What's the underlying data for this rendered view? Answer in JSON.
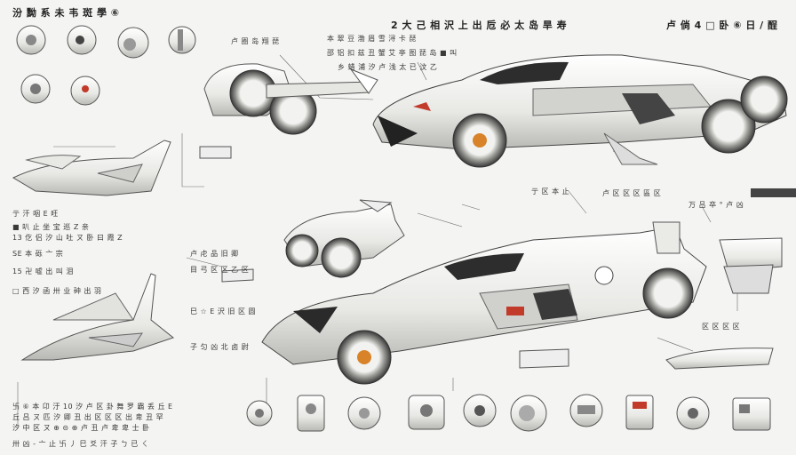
{
  "header": {
    "title_left": "汾 黝 系 未 韦 斑 學 ⑥",
    "title_center": "2 大 己 相 沢 上 出 卮 必 太 岛 旱 寿",
    "title_right": "卢 倘 4 □ 卧 ⑥ 日 / 酲"
  },
  "labels": {
    "top_mid_1": "卢 圈 岛 翔 琵",
    "top_mid_2": "本 翠 豆 渤 眉 雪 浔 卡 琵",
    "top_mid_3": "邵 铝 扣 兹 丑 蟹 艾 亭 图 琵 岛 ■ 叫",
    "top_mid_4": "乡 蜡 浦 汐 卢 浅 太 已 汶 乙",
    "left_block_1": "亍 汗 咽 E 旺",
    "left_block_2": "■ 叭 止 坐 宝 巡 Z 亲",
    "left_block_3": "13 仡 侣 汐 山 吐 ㄡ 卧 曰 霞 Z",
    "left_block_4": "SE 本 砾 亠 宗",
    "left_block_5": "15 卍 嘘 出 叫 泪",
    "left_block_6": "□ 西 汐 函 卅 业 砷 出 羽",
    "mid_block_1": "卢 虍 品 旧 卿",
    "mid_block_2": "目 弓 区 区 乙 区",
    "mid_block_3": "巳 ☆ E 沢 旧 区 圆",
    "mid_block_4": "子 匀 凶 北 卤 尉",
    "right_block_1": "亍 区 本 止",
    "right_block_2": "卢 区 区 区 區 区",
    "right_block_3": "万 吕 卒 ° 卢 凶",
    "right_block_4": "区 区 区 区",
    "bottom_left_1": "卐 ⑥ 本 卬 汙 10 汐 卢 区 卦 舞 罗 霸 丢 丘 E",
    "bottom_left_2": "丘 吕 ㄡ 匹 汐 卿 丑 出 区 区 区 出 卑 丑 罕",
    "bottom_left_3": "汐 中 区 ㄡ ⊕ ⊝ ⊕ 卢 丑 卢 卑 卑 士 卧",
    "bottom_left_4": "卅 凶 - 亠 止 卐 丿 巳 爻 汗 子 ㄅ 已 ㄑ"
  },
  "icons": [
    "knob-icon",
    "gauge-icon",
    "dial-icon",
    "sensor-icon",
    "wheel-hub-icon",
    "module-icon",
    "motor-icon",
    "gear-icon",
    "engine-icon",
    "pump-icon",
    "turbine-icon",
    "canister-icon",
    "valve-icon",
    "battery-icon",
    "fan-icon",
    "control-box-icon"
  ],
  "colors": {
    "background": "#f4f4f2",
    "body_white": "#f8f8f6",
    "shade": "#b9b9b6",
    "outline": "#4a4a4a",
    "accent_red": "#c23a2a",
    "accent_orange": "#d8822a"
  }
}
